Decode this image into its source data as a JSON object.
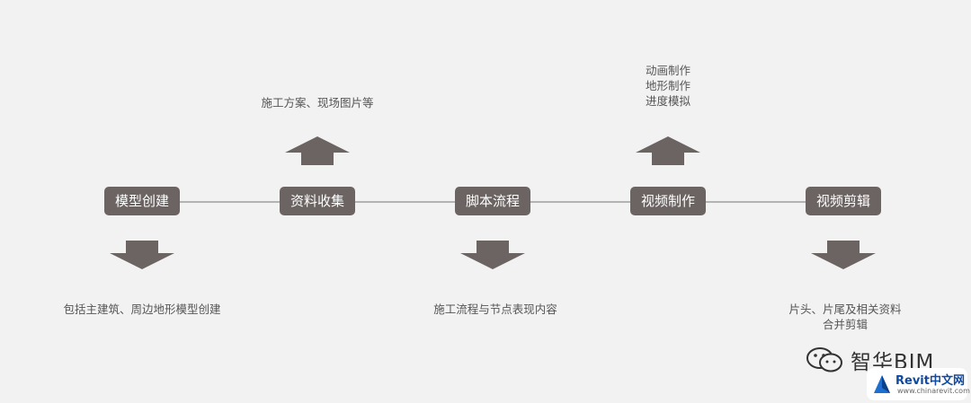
{
  "steps": [
    {
      "label": "模型创建"
    },
    {
      "label": "资料收集"
    },
    {
      "label": "脚本流程"
    },
    {
      "label": "视频制作"
    },
    {
      "label": "视频剪辑"
    }
  ],
  "notes": {
    "model_creation": [
      "包括主建筑、周边地形模型创建"
    ],
    "data_collection": [
      "施工方案、现场图片等"
    ],
    "script_flow": [
      "施工流程与节点表现内容"
    ],
    "video_production": [
      "动画制作",
      "地形制作",
      "进度模拟"
    ],
    "video_editing": [
      "片头、片尾及相关资料",
      "合并剪辑"
    ]
  },
  "watermark": {
    "brand": "智华BIM",
    "badge_title": "Revit中文网",
    "badge_url": "www.chinarevit.com"
  },
  "colors": {
    "background": "#f2f2f2",
    "step_box": "#6b6462",
    "arrow": "#6b6462",
    "line": "#b3b3b3",
    "note_text": "#555555"
  }
}
